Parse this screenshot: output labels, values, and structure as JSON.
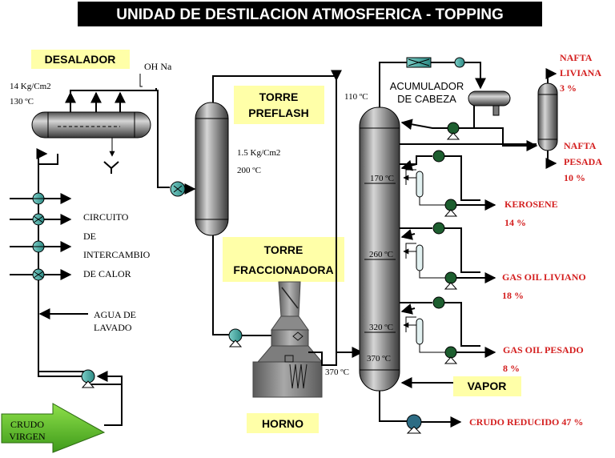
{
  "title": "UNIDAD DE DESTILACION ATMOSFERICA - TOPPING",
  "units": {
    "desalador": "DESALADOR",
    "torre_preflash_1": "TORRE",
    "torre_preflash_2": "PREFLASH",
    "torre_fracc_1": "TORRE",
    "torre_fracc_2": "FRACCIONADORA",
    "horno": "HORNO",
    "acumulador_1": "ACUMULADOR",
    "acumulador_2": "DE  CABEZA",
    "vapor": "VAPOR"
  },
  "conditions": {
    "desalador_pressure": "14 Kg/Cm2",
    "desalador_temp": "130 ºC",
    "ohna": "OH Na",
    "preflash_pressure": "1.5 Kg/Cm2",
    "preflash_temp": "200 ºC",
    "top_temp": "110 ºC",
    "horno_out_temp": "370 ºC",
    "bottom_temp": "370 ºC",
    "tray_temp_1": "170 ºC",
    "tray_temp_2": "260 ºC",
    "tray_temp_3": "320 ºC"
  },
  "labels": {
    "circuito": [
      "CIRCUITO",
      "DE",
      "INTERCAMBIO",
      "DE CALOR"
    ],
    "agua": [
      "AGUA DE",
      "LAVADO"
    ],
    "crudo": [
      "CRUDO",
      "VIRGEN"
    ]
  },
  "products": {
    "nafta_liviana": [
      "NAFTA",
      "LIVIANA",
      "3 %"
    ],
    "nafta_pesada": [
      "NAFTA",
      "PESADA",
      "10 %"
    ],
    "kerosene": [
      "KEROSENE",
      "14 %"
    ],
    "gas_oil_liviano": [
      "GAS OIL LIVIANO",
      "18 %"
    ],
    "gas_oil_pesado": [
      "GAS OIL PESADO",
      "8 %"
    ],
    "crudo_reducido": "CRUDO REDUCIDO 47 %"
  },
  "colors": {
    "title_bg": "#000000",
    "label_box": "#ffffa8",
    "product_text": "#d41f1f",
    "pump_green": "#1d5e2f",
    "arrow_green": "#5fbf2a",
    "exchanger_teal": "#3fa8a0"
  }
}
